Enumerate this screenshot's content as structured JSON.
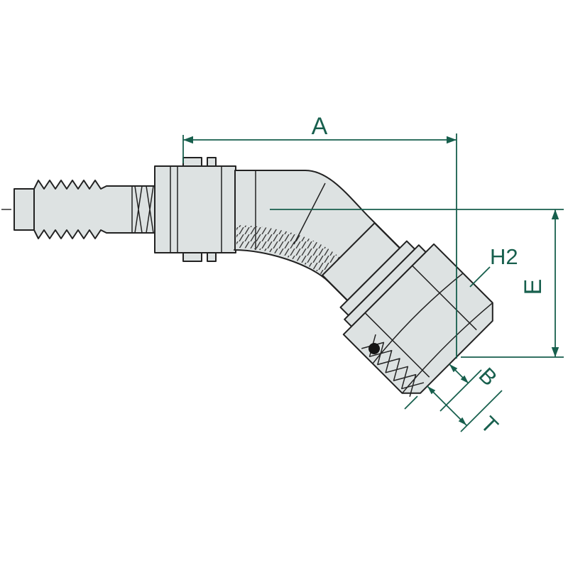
{
  "labels": {
    "a": "A",
    "e": "E",
    "h2": "H2",
    "b": "B",
    "t": "T"
  },
  "colors": {
    "dimension": "#175F4D",
    "outline": "#222222",
    "body-fill": "#dde2e2",
    "hatch": "#3b3b3b",
    "background": "#ffffff"
  }
}
